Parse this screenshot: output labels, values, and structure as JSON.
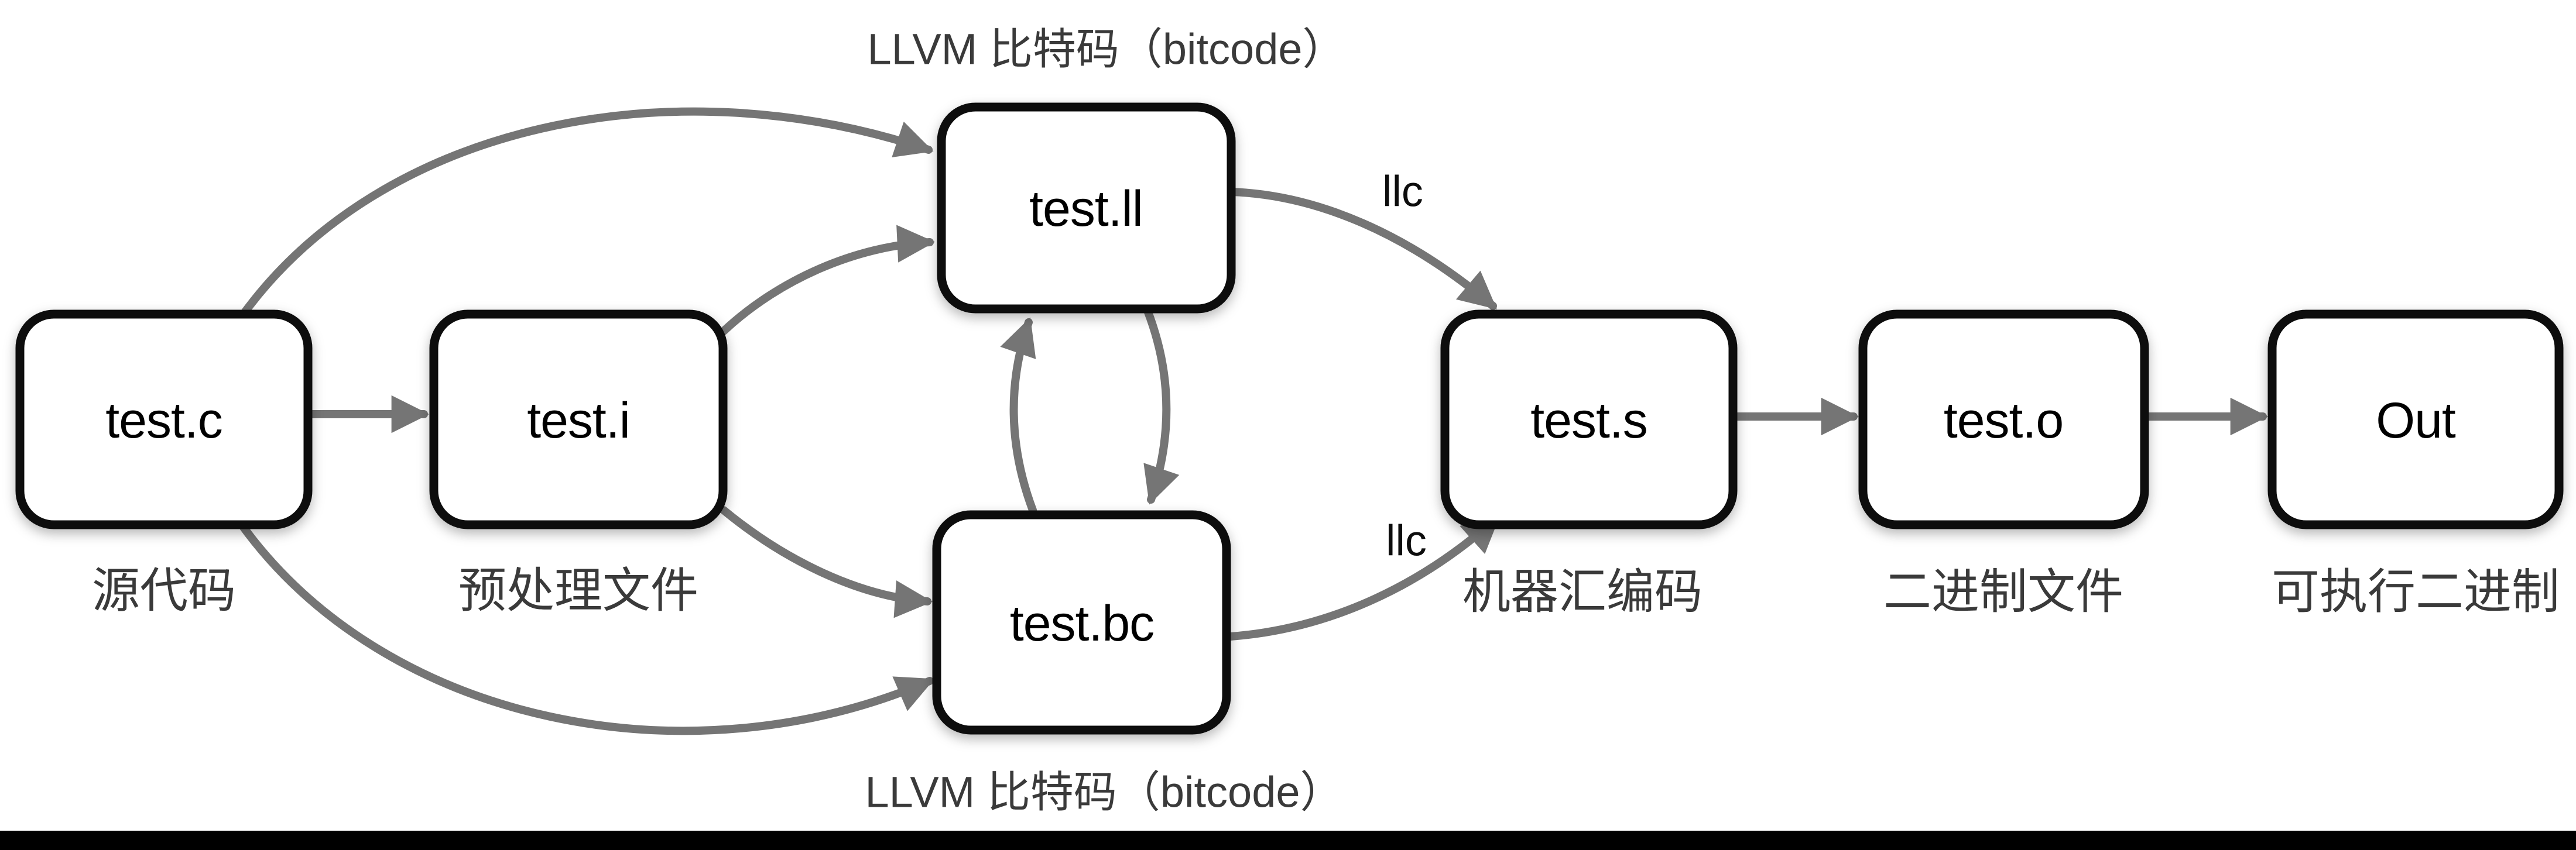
{
  "captions": {
    "top": "LLVM 比特码（bitcode）",
    "bottom": "LLVM 比特码（bitcode）"
  },
  "nodes": [
    {
      "id": "test-c",
      "label": "test.c",
      "sublabel": "源代码"
    },
    {
      "id": "test-i",
      "label": "test.i",
      "sublabel": "预处理文件"
    },
    {
      "id": "test-ll",
      "label": "test.ll",
      "sublabel": ""
    },
    {
      "id": "test-bc",
      "label": "test.bc",
      "sublabel": ""
    },
    {
      "id": "test-s",
      "label": "test.s",
      "sublabel": "机器汇编码"
    },
    {
      "id": "test-o",
      "label": "test.o",
      "sublabel": "二进制文件"
    },
    {
      "id": "out",
      "label": "Out",
      "sublabel": "可执行二进制"
    }
  ],
  "edge_labels": {
    "llc_top": "llc",
    "llc_bottom": "llc"
  },
  "colors": {
    "background": "#ffffff",
    "arrow": "#757575",
    "node_border": "#0a0a0a",
    "node_fill": "#ffffff",
    "caption_text": "#3a3a3a",
    "sublabel_text": "#3a3a3a",
    "bottom_bar": "#000000"
  }
}
